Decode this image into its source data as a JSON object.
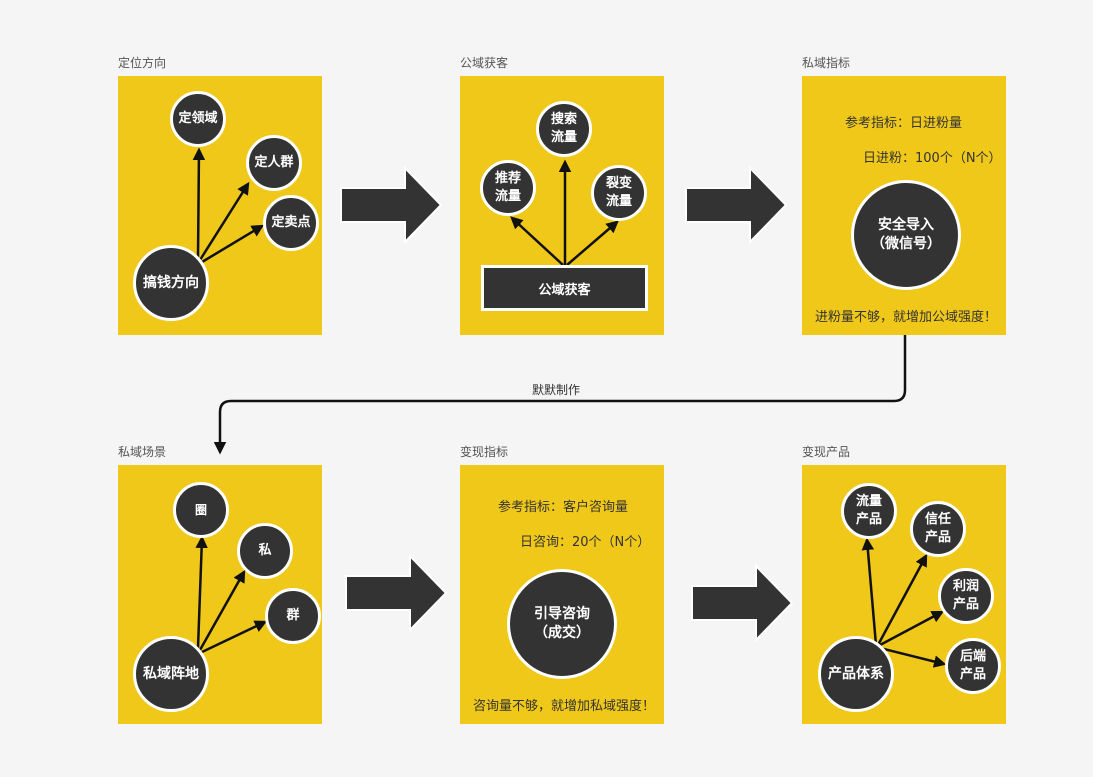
{
  "panels": {
    "p1": {
      "label": "定位方向",
      "center": "搞钱方向",
      "nodes": [
        "定领域",
        "定人群",
        "定卖点"
      ]
    },
    "p2": {
      "label": "公域获客",
      "base": "公域获客",
      "nodes": [
        "推荐\n流量",
        "搜索\n流量",
        "裂变\n流量"
      ]
    },
    "p3": {
      "label": "私域指标",
      "line1": "参考指标：日进粉量",
      "line2": "日进粉：100个（N个）",
      "circle": "安全导入\n（微信号）",
      "footer": "进粉量不够，就增加公域强度！"
    },
    "p4": {
      "label": "私域场景",
      "center": "私域阵地",
      "nodes": [
        "圈",
        "私",
        "群"
      ]
    },
    "p5": {
      "label": "变现指标",
      "line1": "参考指标：客户咨询量",
      "line2": "日咨询：20个（N个）",
      "circle": "引导咨询\n（成交）",
      "footer": "咨询量不够，就增加私域强度！"
    },
    "p6": {
      "label": "变现产品",
      "center": "产品体系",
      "nodes": [
        "流量\n产品",
        "信任\n产品",
        "利润\n产品",
        "后端\n产品"
      ]
    }
  },
  "connector": {
    "label": "默默制作"
  },
  "colors": {
    "panel": "#f0c81a",
    "node": "#333333",
    "arrow": "#333333",
    "background": "#f5f5f5"
  }
}
